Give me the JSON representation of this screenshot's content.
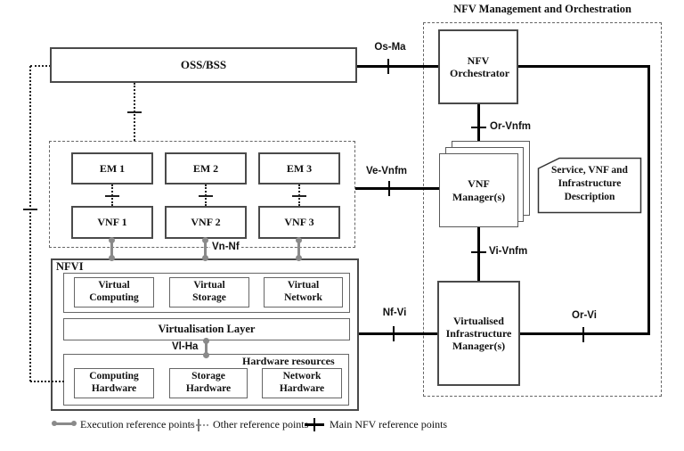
{
  "title": "NFV Management and Orchestration",
  "boxes": {
    "oss_bss": "OSS/BSS",
    "nfv_orchestrator": "NFV Orchestrator",
    "vnf_managers": "VNF Manager(s)",
    "vim": "Virtualised Infrastructure Manager(s)",
    "description_note": "Service, VNF and Infrastructure Description",
    "ems": [
      "EM 1",
      "EM 2",
      "EM 3"
    ],
    "vnfs": [
      "VNF 1",
      "VNF 2",
      "VNF 3"
    ],
    "nfvi_label": "NFVI",
    "virtual_resources": [
      "Virtual Computing",
      "Virtual Storage",
      "Virtual Network"
    ],
    "virtualisation_layer": "Virtualisation Layer",
    "hardware_label": "Hardware resources",
    "hardware": [
      "Computing Hardware",
      "Storage Hardware",
      "Network Hardware"
    ]
  },
  "reference_points": {
    "os_ma": "Os-Ma",
    "or_vnfm": "Or-Vnfm",
    "ve_vnfm": "Ve-Vnfm",
    "vn_nf": "Vn-Nf",
    "vl_ha": "Vl-Ha",
    "nf_vi": "Nf-Vi",
    "vi_vnfm": "Vi-Vnfm",
    "or_vi": "Or-Vi"
  },
  "legend": {
    "execution": "Execution reference points",
    "other": "Other reference points",
    "main": "Main NFV reference points"
  },
  "colors": {
    "main_line": "#000000",
    "execution_line": "#8a8a8a",
    "box_border": "#4a4a4a"
  }
}
